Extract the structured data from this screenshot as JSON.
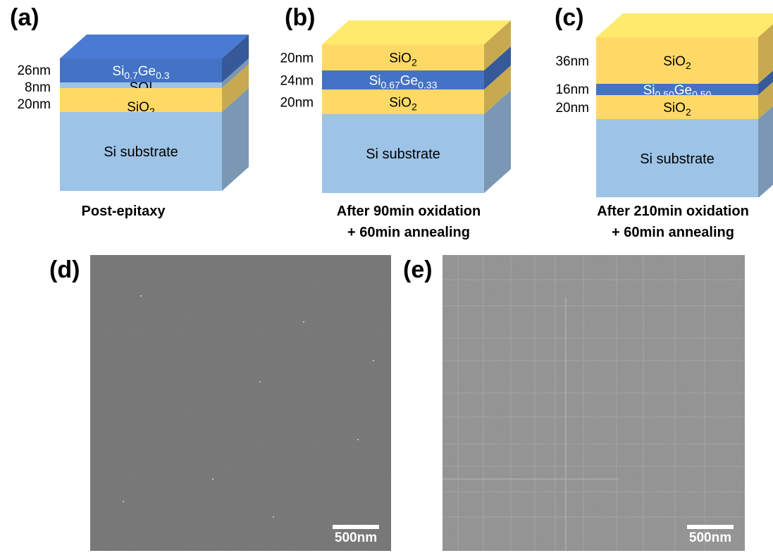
{
  "panels": [
    {
      "label": "(a)",
      "caption": [
        "Post-epitaxy"
      ],
      "layers": [
        {
          "thickness": "26nm",
          "parts": [
            [
              "Si",
              ""
            ],
            [
              "0.7",
              "sub"
            ],
            [
              "Ge",
              ""
            ],
            [
              "0.3",
              "sub"
            ]
          ],
          "color": "#4472c4",
          "text_color": "#ffffff"
        },
        {
          "thickness": "8nm",
          "parts": [
            [
              "SOI",
              ""
            ]
          ],
          "color": "#9dc3e6",
          "text_color": "#000000"
        },
        {
          "thickness": "20nm",
          "parts": [
            [
              "SiO",
              ""
            ],
            [
              "2",
              "sub"
            ]
          ],
          "color": "#ffd966",
          "text_color": "#000000"
        },
        {
          "thickness": "",
          "parts": [
            [
              "Si substrate",
              ""
            ]
          ],
          "color": "#9dc3e6",
          "text_color": "#000000"
        }
      ]
    },
    {
      "label": "(b)",
      "caption": [
        "After 90min oxidation",
        "+ 60min annealing"
      ],
      "layers": [
        {
          "thickness": "20nm",
          "parts": [
            [
              "SiO",
              ""
            ],
            [
              "2",
              "sub"
            ]
          ],
          "color": "#ffd966",
          "text_color": "#000000"
        },
        {
          "thickness": "24nm",
          "parts": [
            [
              "Si",
              ""
            ],
            [
              "0.67",
              "sub"
            ],
            [
              "Ge",
              ""
            ],
            [
              "0.33",
              "sub"
            ]
          ],
          "color": "#4472c4",
          "text_color": "#ffffff"
        },
        {
          "thickness": "20nm",
          "parts": [
            [
              "SiO",
              ""
            ],
            [
              "2",
              "sub"
            ]
          ],
          "color": "#ffd966",
          "text_color": "#000000"
        },
        {
          "thickness": "",
          "parts": [
            [
              "Si substrate",
              ""
            ]
          ],
          "color": "#9dc3e6",
          "text_color": "#000000"
        }
      ]
    },
    {
      "label": "(c)",
      "caption": [
        "After 210min oxidation",
        "+ 60min annealing"
      ],
      "layers": [
        {
          "thickness": "36nm",
          "parts": [
            [
              "SiO",
              ""
            ],
            [
              "2",
              "sub"
            ]
          ],
          "color": "#ffd966",
          "text_color": "#000000"
        },
        {
          "thickness": "16nm",
          "parts": [
            [
              "Si",
              ""
            ],
            [
              "0.50",
              "sub"
            ],
            [
              "Ge",
              ""
            ],
            [
              "0.50",
              "sub"
            ]
          ],
          "color": "#4472c4",
          "text_color": "#ffffff"
        },
        {
          "thickness": "20nm",
          "parts": [
            [
              "SiO",
              ""
            ],
            [
              "2",
              "sub"
            ]
          ],
          "color": "#ffd966",
          "text_color": "#000000"
        },
        {
          "thickness": "",
          "parts": [
            [
              "Si substrate",
              ""
            ]
          ],
          "color": "#9dc3e6",
          "text_color": "#000000"
        }
      ]
    }
  ],
  "micrographs": [
    {
      "label": "(d)",
      "scale_bar": "500nm",
      "grid": "faint"
    },
    {
      "label": "(e)",
      "scale_bar": "500nm",
      "grid": "strong"
    }
  ]
}
